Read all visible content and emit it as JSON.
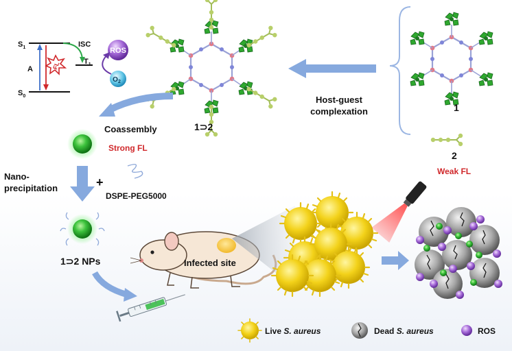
{
  "jablonski": {
    "s1": "S",
    "s1_sub": "1",
    "s0": "S",
    "s0_sub": "0",
    "t1": "T",
    "t1_sub": "1",
    "isc": "ISC",
    "a": "A",
    "fl": "FL",
    "ros": "ROS",
    "o2": "O",
    "o2_sub": "2"
  },
  "complex_label": "1⊃2",
  "host_guest": {
    "line1": "Host-guest",
    "line2": "complexation"
  },
  "host_label": "1",
  "guest_label": "2",
  "weak_fl": "Weak FL",
  "coassembly": "Coassembly",
  "strong_fl": "Strong FL",
  "nanoprecipitation": {
    "line1": "Nano-",
    "line2": "precipitation"
  },
  "plus": "+",
  "dspe": "DSPE-PEG5000",
  "nps_label": "1⊃2 NPs",
  "infected_site": "Infected site",
  "legend": {
    "live": "Live S. aureus",
    "live_prefix": "Live ",
    "live_italic": "S. aureus",
    "dead_prefix": "Dead ",
    "dead_italic": "S. aureus",
    "ros": "ROS"
  },
  "colors": {
    "green": "#2fbf2f",
    "blue_arrow": "#7aa0d8",
    "red_text": "#d0282b",
    "purple": "#8e4fc8",
    "bacteria_yellow": "#f3d21a"
  }
}
